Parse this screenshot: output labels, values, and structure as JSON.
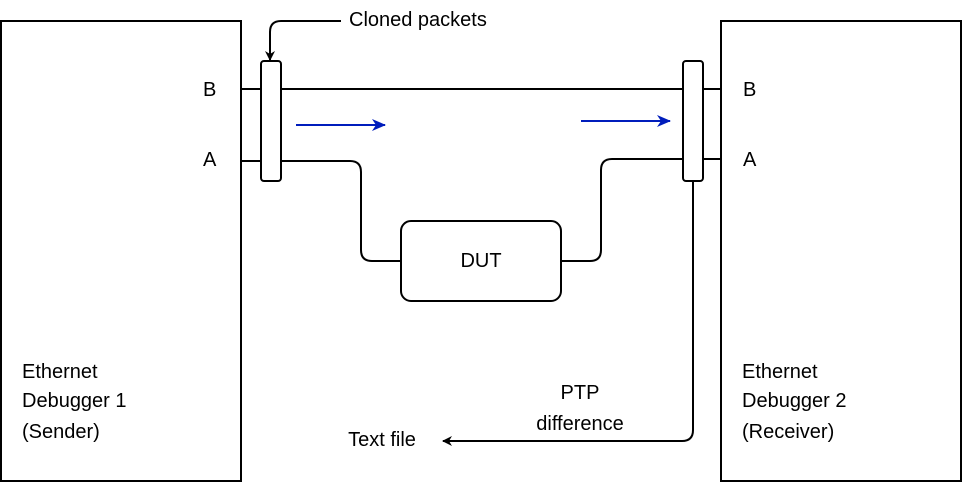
{
  "sender": {
    "lines": [
      "Ethernet",
      "Debugger 1",
      "(Sender)"
    ],
    "port_b": "B",
    "port_a": "A"
  },
  "receiver": {
    "lines": [
      "Ethernet",
      "Debugger 2",
      "(Receiver)"
    ],
    "port_b": "B",
    "port_a": "A"
  },
  "dut": {
    "label": "DUT"
  },
  "cloned": {
    "label": "Cloned packets"
  },
  "ptp": {
    "lines": [
      "PTP",
      "difference"
    ]
  },
  "output": {
    "label": "Text file"
  },
  "colors": {
    "stroke": "#000000",
    "flow_arrow": "#001DBC"
  }
}
